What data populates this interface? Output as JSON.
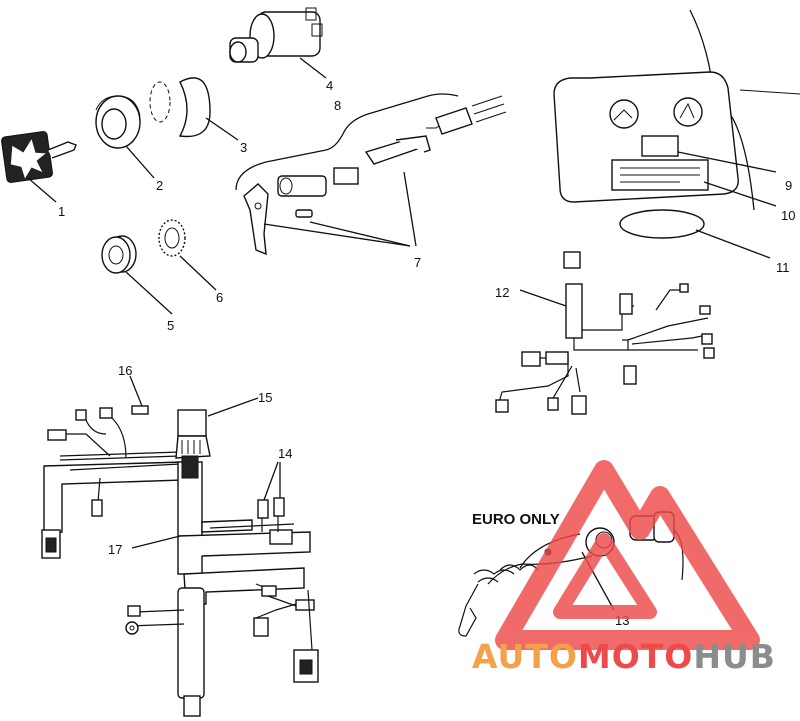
{
  "callouts": {
    "c1": "1",
    "c2": "2",
    "c3": "3",
    "c4": "4",
    "c5": "5",
    "c6": "6",
    "c7": "7",
    "c8": "8",
    "c9": "9",
    "c10": "10",
    "c11": "11",
    "c12": "12",
    "c13": "13",
    "c14": "14",
    "c15": "15",
    "c16": "16",
    "c17": "17"
  },
  "labels": {
    "euro_only": "EURO ONLY"
  },
  "watermark": {
    "auto": "AUTO",
    "moto": "MOTO",
    "hub": "HUB"
  },
  "colors": {
    "watermark_orange": "#f3a24a",
    "watermark_red": "#ee4a4a",
    "watermark_gray": "#8c8c8c",
    "line": "#111111"
  }
}
